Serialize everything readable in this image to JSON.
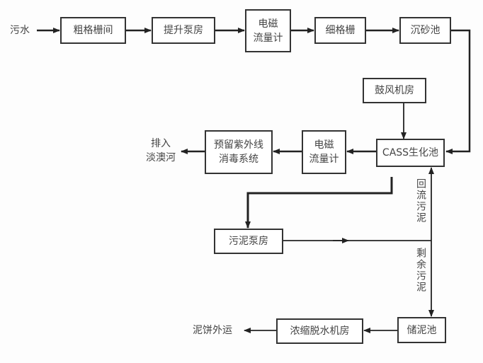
{
  "title": "污水处理工艺流程图",
  "inputs": {
    "sewage": "污水"
  },
  "boxes": {
    "coarse_screen": "粗格栅间",
    "lift_pump": "提升泵房",
    "flowmeter1_l1": "电磁",
    "flowmeter1_l2": "流量计",
    "fine_screen": "细格栅",
    "grit_chamber": "沉砂池",
    "blower": "鼓风机房",
    "cass": "CASS生化池",
    "flowmeter2_l1": "电磁",
    "flowmeter2_l2": "流量计",
    "uv_l1": "预留紫外线",
    "uv_l2": "消毒系统",
    "sludge_pump": "污泥泵房",
    "sludge_tank": "储泥池",
    "dewatering": "浓缩脱水机房"
  },
  "outputs": {
    "discharge_l1": "排入",
    "discharge_l2": "淡澳河",
    "sludge_cake": "泥饼外运"
  },
  "flow_labels": {
    "return_sludge": "回流污泥",
    "excess_sludge": "剩余污泥"
  }
}
